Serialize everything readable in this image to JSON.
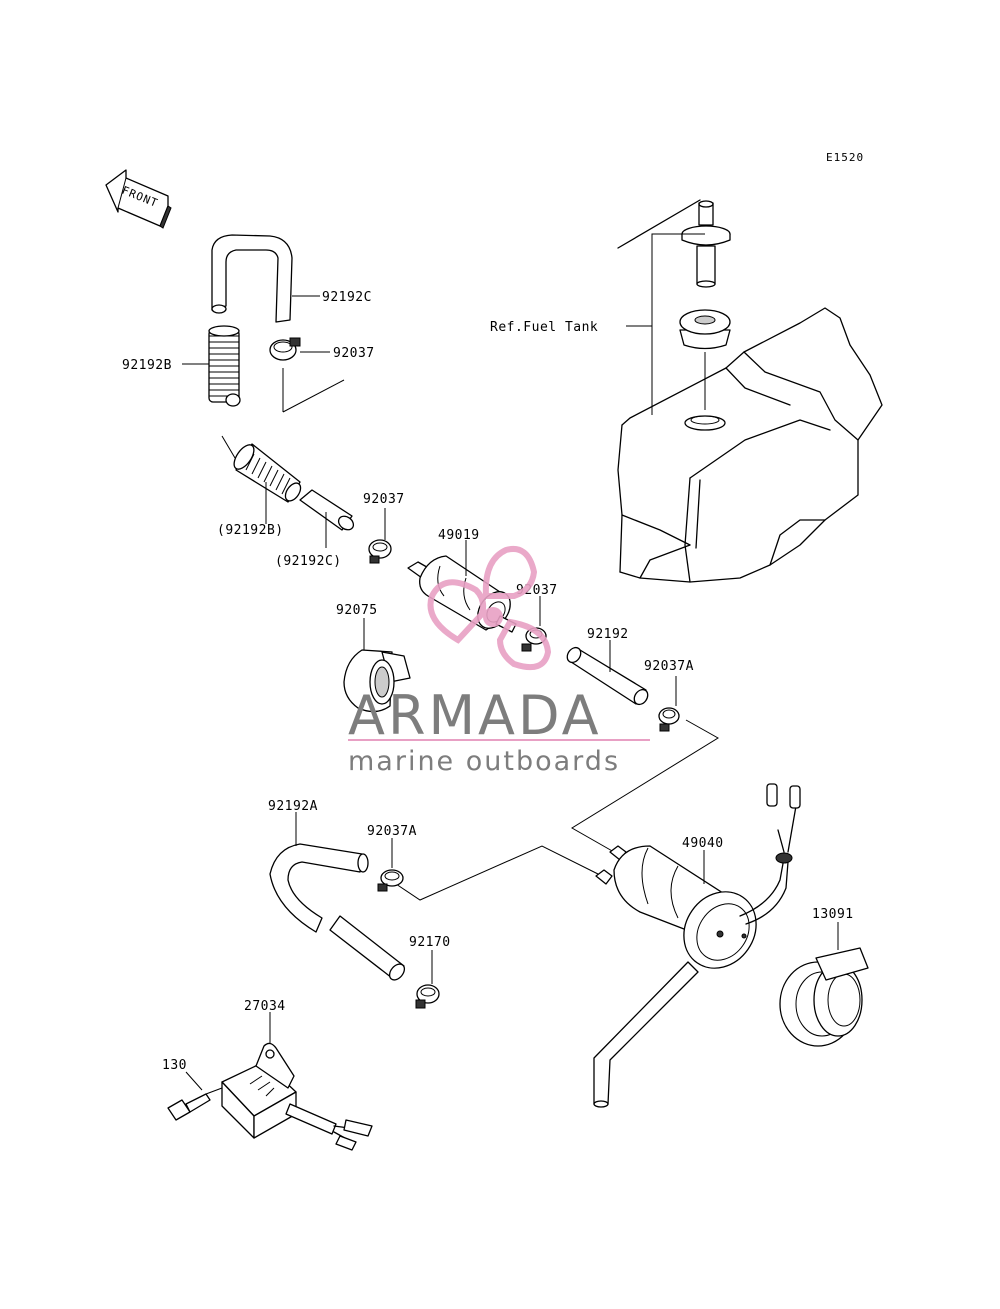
{
  "diagram_code": "E1520",
  "front_label": "FRONT",
  "ref_label": "Ref.Fuel Tank",
  "parts": {
    "p92192C": "92192C",
    "p92037_top": "92037",
    "p92192B": "92192B",
    "p92192B_paren": "(92192B)",
    "p92192C_paren": "(92192C)",
    "p92037_mid": "92037",
    "p49019": "49019",
    "p92037_right": "92037",
    "p92075": "92075",
    "p92192": "92192",
    "p92037A_right": "92037A",
    "p92192A": "92192A",
    "p92037A_left": "92037A",
    "p49040": "49040",
    "p13091": "13091",
    "p92170": "92170",
    "p27034": "27034",
    "p130": "130"
  },
  "watermark": {
    "brand": "ARMADA",
    "tagline": "marine outboards",
    "accent_color": "#e8a0c4",
    "text_color": "#7d7d7d"
  }
}
